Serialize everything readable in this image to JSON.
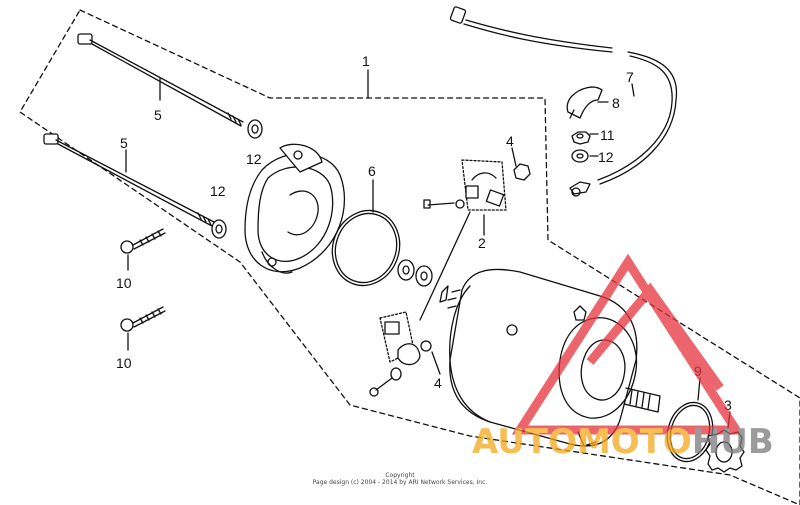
{
  "diagram": {
    "callouts": {
      "assembly": "1",
      "brush_holder": "2",
      "pinion": "3",
      "terminal_nut": "4",
      "bolt_long_upper": "5",
      "bolt_long_lower": "5",
      "o_ring": "6",
      "cable": "7",
      "boot": "8",
      "o_ring_small": "9",
      "screw_upper": "10",
      "screw_lower": "10",
      "nut": "11",
      "washer_upper": "12",
      "washer_lower": "12",
      "washer_right": "12"
    },
    "copyright": {
      "line1": "Copyright",
      "line2": "Page design (c) 2004 - 2014 by ARI Network Services, Inc."
    },
    "watermark": {
      "text": "AUTOMOTOHUB",
      "color_red": "#e8323c",
      "color_gold": "#f2a71b"
    }
  }
}
